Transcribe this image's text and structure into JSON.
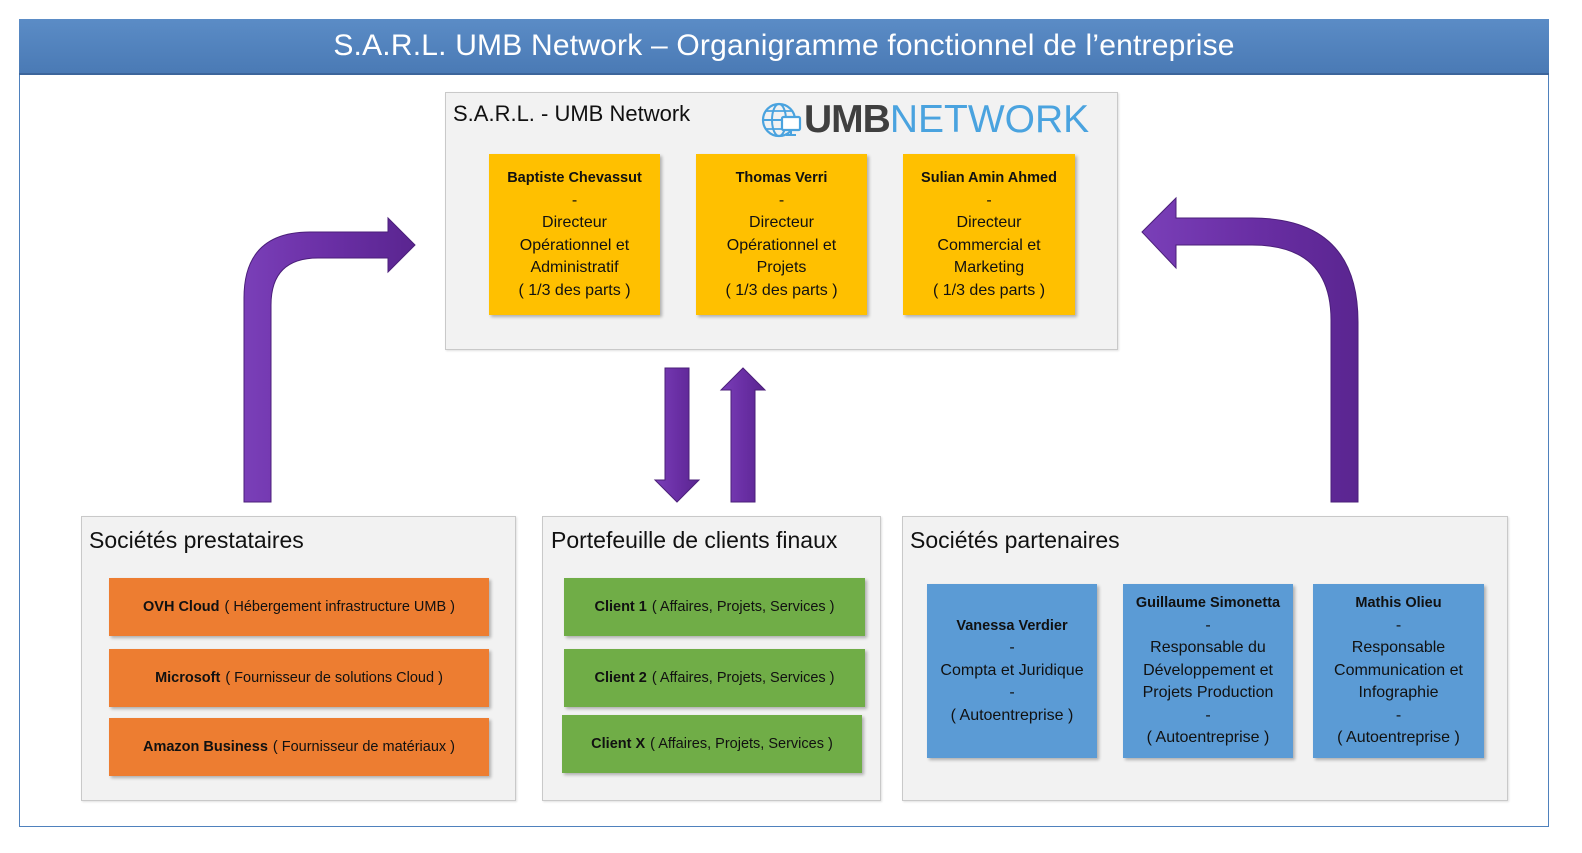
{
  "title": "S.A.R.L. UMB Network – Organigramme fonctionnel de l’entreprise",
  "colors": {
    "header": "#4f81bd",
    "associates": "#ffc000",
    "providers": "#ed7d31",
    "clients": "#70ad47",
    "partners": "#5b9bd5",
    "arrows": "#7030a0"
  },
  "company": {
    "title": "S.A.R.L. - UMB Network",
    "logo": {
      "part1": "UMB",
      "part2": "NETWORK",
      "icon": "globe-monitor-icon"
    },
    "associates": [
      {
        "name": "Baptiste Chevassut",
        "sep": "-",
        "role": "Directeur Opérationnel et Administratif",
        "share": "( 1/3 des parts )"
      },
      {
        "name": "Thomas Verri",
        "sep": "-",
        "role": "Directeur Opérationnel et Projets",
        "share": "( 1/3 des parts )"
      },
      {
        "name": "Sulian Amin Ahmed",
        "sep": "-",
        "role": "Directeur Commercial et Marketing",
        "share": "( 1/3 des parts )"
      }
    ]
  },
  "providers": {
    "title": "Sociétés prestataires",
    "items": [
      {
        "name": "OVH Cloud",
        "detail": "( Hébergement infrastructure UMB )"
      },
      {
        "name": "Microsoft",
        "detail": "( Fournisseur de solutions Cloud )"
      },
      {
        "name": "Amazon Business",
        "detail": "( Fournisseur de matériaux )"
      }
    ]
  },
  "clients": {
    "title": "Portefeuille de clients finaux",
    "items": [
      {
        "name": "Client 1",
        "detail": "( Affaires, Projets, Services )"
      },
      {
        "name": "Client 2",
        "detail": "( Affaires, Projets, Services )"
      },
      {
        "name": "Client X",
        "detail": "( Affaires, Projets, Services )"
      }
    ]
  },
  "partners": {
    "title": "Sociétés partenaires",
    "items": [
      {
        "name": "Vanessa Verdier",
        "sep1": "-",
        "role": "Compta et Juridique",
        "sep2": "-",
        "status": "( Autoentreprise )"
      },
      {
        "name": "Guillaume Simonetta",
        "sep1": "-",
        "role": "Responsable du Développement et Projets Production",
        "sep2": "-",
        "status": "( Autoentreprise )"
      },
      {
        "name": "Mathis Olieu",
        "sep1": "-",
        "role": "Responsable Communication et Infographie",
        "sep2": "-",
        "status": "( Autoentreprise )"
      }
    ]
  }
}
